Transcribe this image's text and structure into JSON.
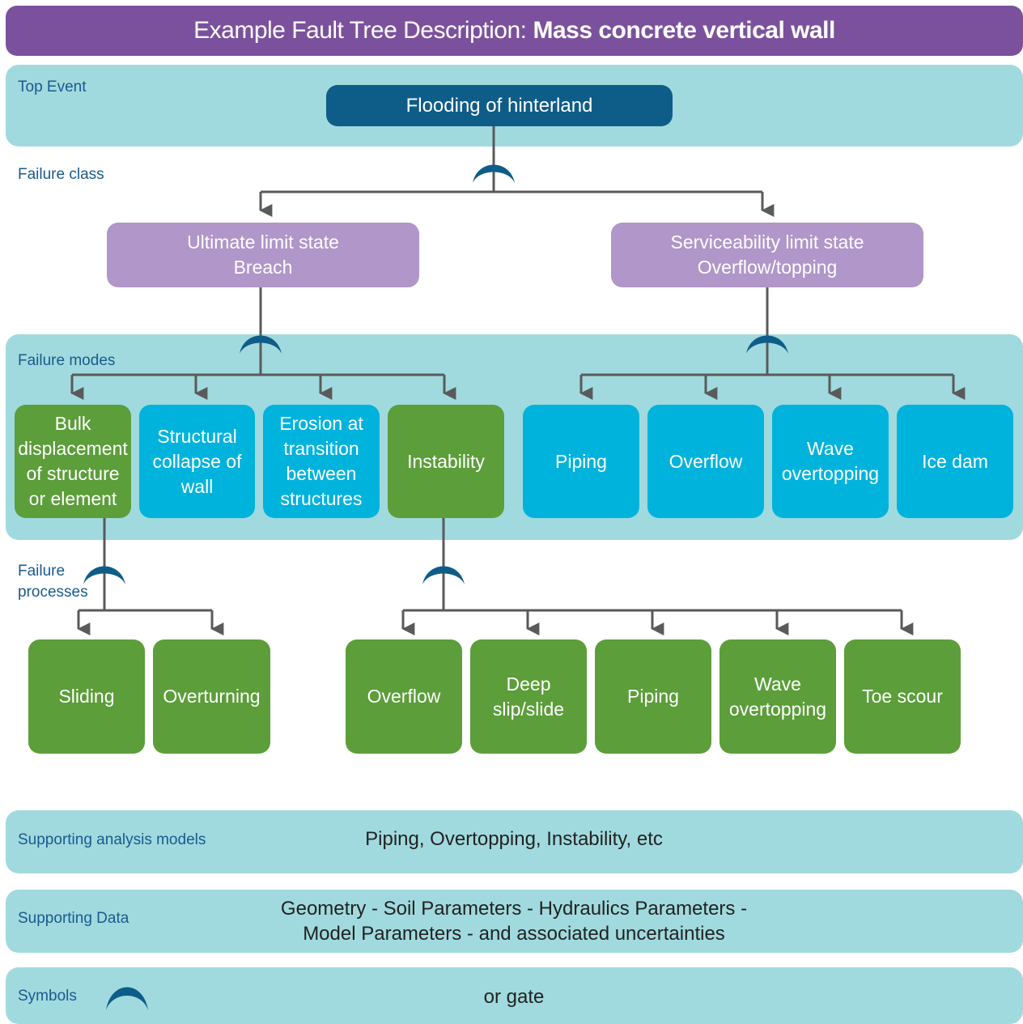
{
  "title": {
    "prefix": "Example Fault Tree Description:",
    "bold": "Mass concrete vertical wall"
  },
  "labels": {
    "top_event": "Top Event",
    "failure_class": "Failure class",
    "failure_modes": "Failure modes",
    "failure_processes": "Failure\nprocesses"
  },
  "top_event": "Flooding of hinterland",
  "failure_classes": [
    "Ultimate limit state\nBreach",
    "Serviceability limit state\nOverflow/topping"
  ],
  "failure_modes": [
    "Bulk\ndisplacement\nof structure\nor element",
    "Structural\ncollapse of\nwall",
    "Erosion at\ntransition\nbetween\nstructures",
    "Instability",
    "Piping",
    "Overflow",
    "Wave\novertopping",
    "Ice dam"
  ],
  "failure_processes": [
    "Sliding",
    "Overturning",
    "Overflow",
    "Deep\nslip/slide",
    "Piping",
    "Wave\novertopping",
    "Toe scour"
  ],
  "supporting_models": {
    "label": "Supporting analysis models",
    "text": "Piping, Overtopping, Instability, etc"
  },
  "supporting_data": {
    "label": "Supporting Data",
    "text": "Geometry - Soil Parameters - Hydraulics Parameters -\nModel Parameters - and associated uncertainties"
  },
  "symbols": {
    "label": "Symbols",
    "text": "or gate",
    "icon": "or-gate-icon"
  },
  "colors": {
    "title": "#7b519d",
    "band": "#a0dade",
    "top_event": "#0e5d88",
    "failure_class": "#b096c9",
    "green": "#5c9e3a",
    "cyan": "#00b3dd",
    "gate": "#0e5d88",
    "connector": "#5a5a5a",
    "label_text": "#1a5a8e"
  }
}
